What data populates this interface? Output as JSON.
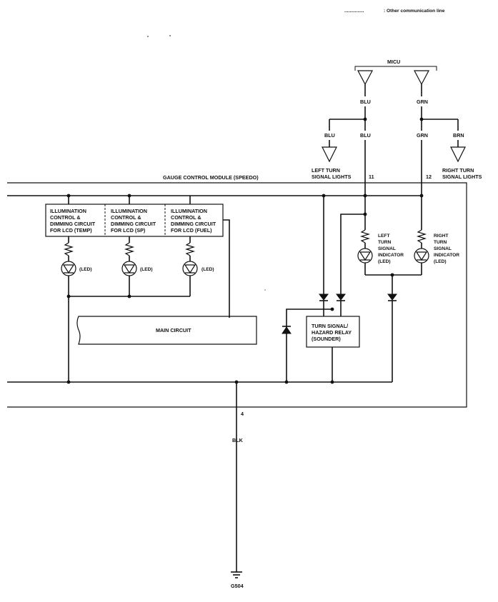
{
  "legend": {
    "dots": "...............",
    "text": ": Other communication line"
  },
  "micu": {
    "label": "MICU",
    "left_wire": "BLU",
    "right_wire": "GRN"
  },
  "left_branch": {
    "wire_to_lights": "BLU",
    "wire_to_module": "BLU",
    "lights_label": [
      "LEFT TURN",
      "SIGNAL LIGHTS"
    ],
    "pin": "11"
  },
  "right_branch": {
    "wire_to_lights": "BRN",
    "wire_to_module": "GRN",
    "lights_label": [
      "RIGHT TURN",
      "SIGNAL LIGHTS"
    ],
    "pin": "12"
  },
  "module": {
    "title": "GAUGE CONTROL MODULE (SPEEDO)"
  },
  "illum_boxes": [
    {
      "lines": [
        "ILLUMINATION",
        "CONTROL &",
        "DIMMING CIRCUIT",
        "FOR LCD (TEMP)"
      ],
      "led": "(LED)"
    },
    {
      "lines": [
        "ILLUMINATION",
        "CONTROL &",
        "DIMMING CIRCUIT",
        "FOR LCD (SP)"
      ],
      "led": "(LED)"
    },
    {
      "lines": [
        "ILLUMINATION",
        "CONTROL &",
        "DIMMING CIRCUIT",
        "FOR LCD (FUEL)"
      ],
      "led": "(LED)"
    }
  ],
  "main_circuit": "MAIN CIRCUIT",
  "relay": [
    "TURN SIGNAL/",
    "HAZARD RELAY",
    "(SOUNDER)"
  ],
  "left_indicator": [
    "LEFT",
    "TURN",
    "SIGNAL",
    "INDICATOR",
    "(LED)"
  ],
  "right_indicator": [
    "RIGHT",
    "TURN",
    "SIGNAL",
    "INDICATOR",
    "(LED)"
  ],
  "ground": {
    "pin": "4",
    "wire": "BLK",
    "name": "G504"
  }
}
